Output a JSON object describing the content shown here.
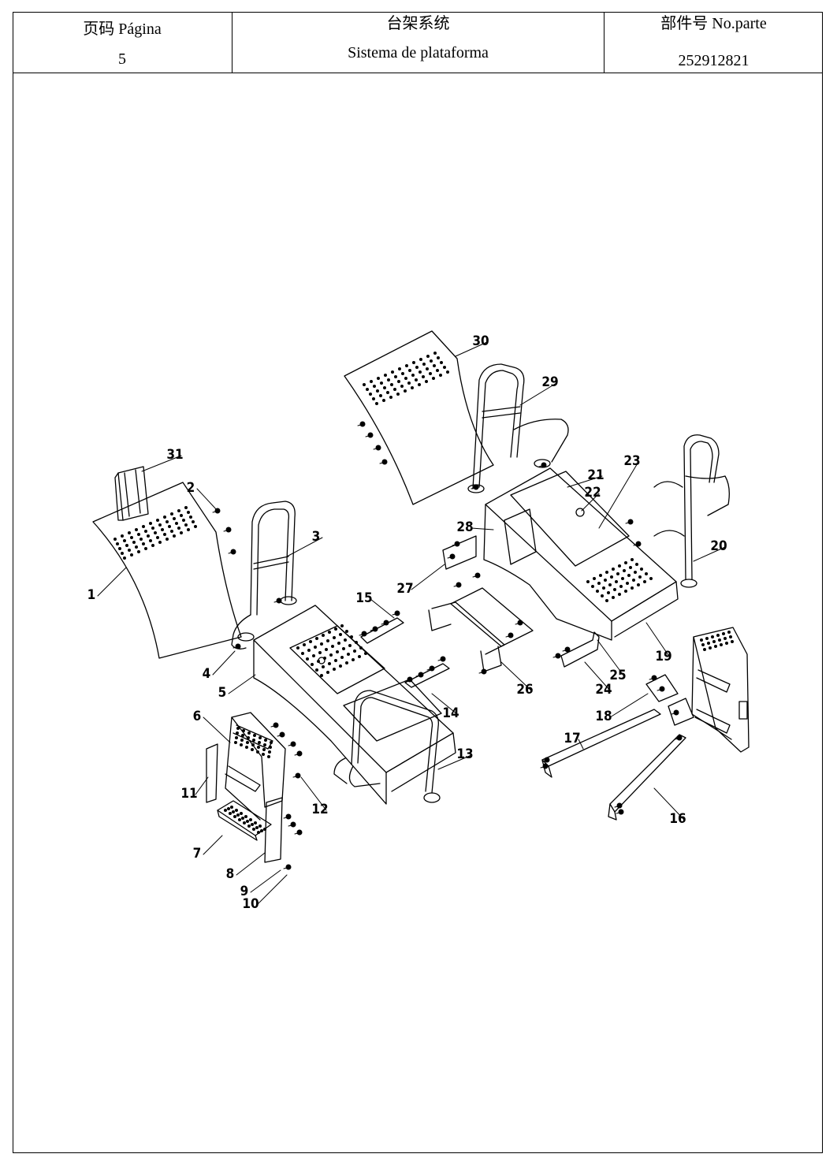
{
  "header": {
    "page_label": "页码 Página",
    "page_number": "5",
    "system_title_cn": "台架系统",
    "system_title_pt": "Sistema de plataforma",
    "part_no_label": "部件号 No.parte",
    "part_no_value": "252912821"
  },
  "callouts": [
    "1",
    "2",
    "3",
    "4",
    "5",
    "6",
    "7",
    "8",
    "9",
    "10",
    "11",
    "12",
    "13",
    "14",
    "15",
    "16",
    "17",
    "18",
    "19",
    "20",
    "21",
    "22",
    "23",
    "24",
    "25",
    "26",
    "27",
    "28",
    "29",
    "30",
    "31"
  ]
}
